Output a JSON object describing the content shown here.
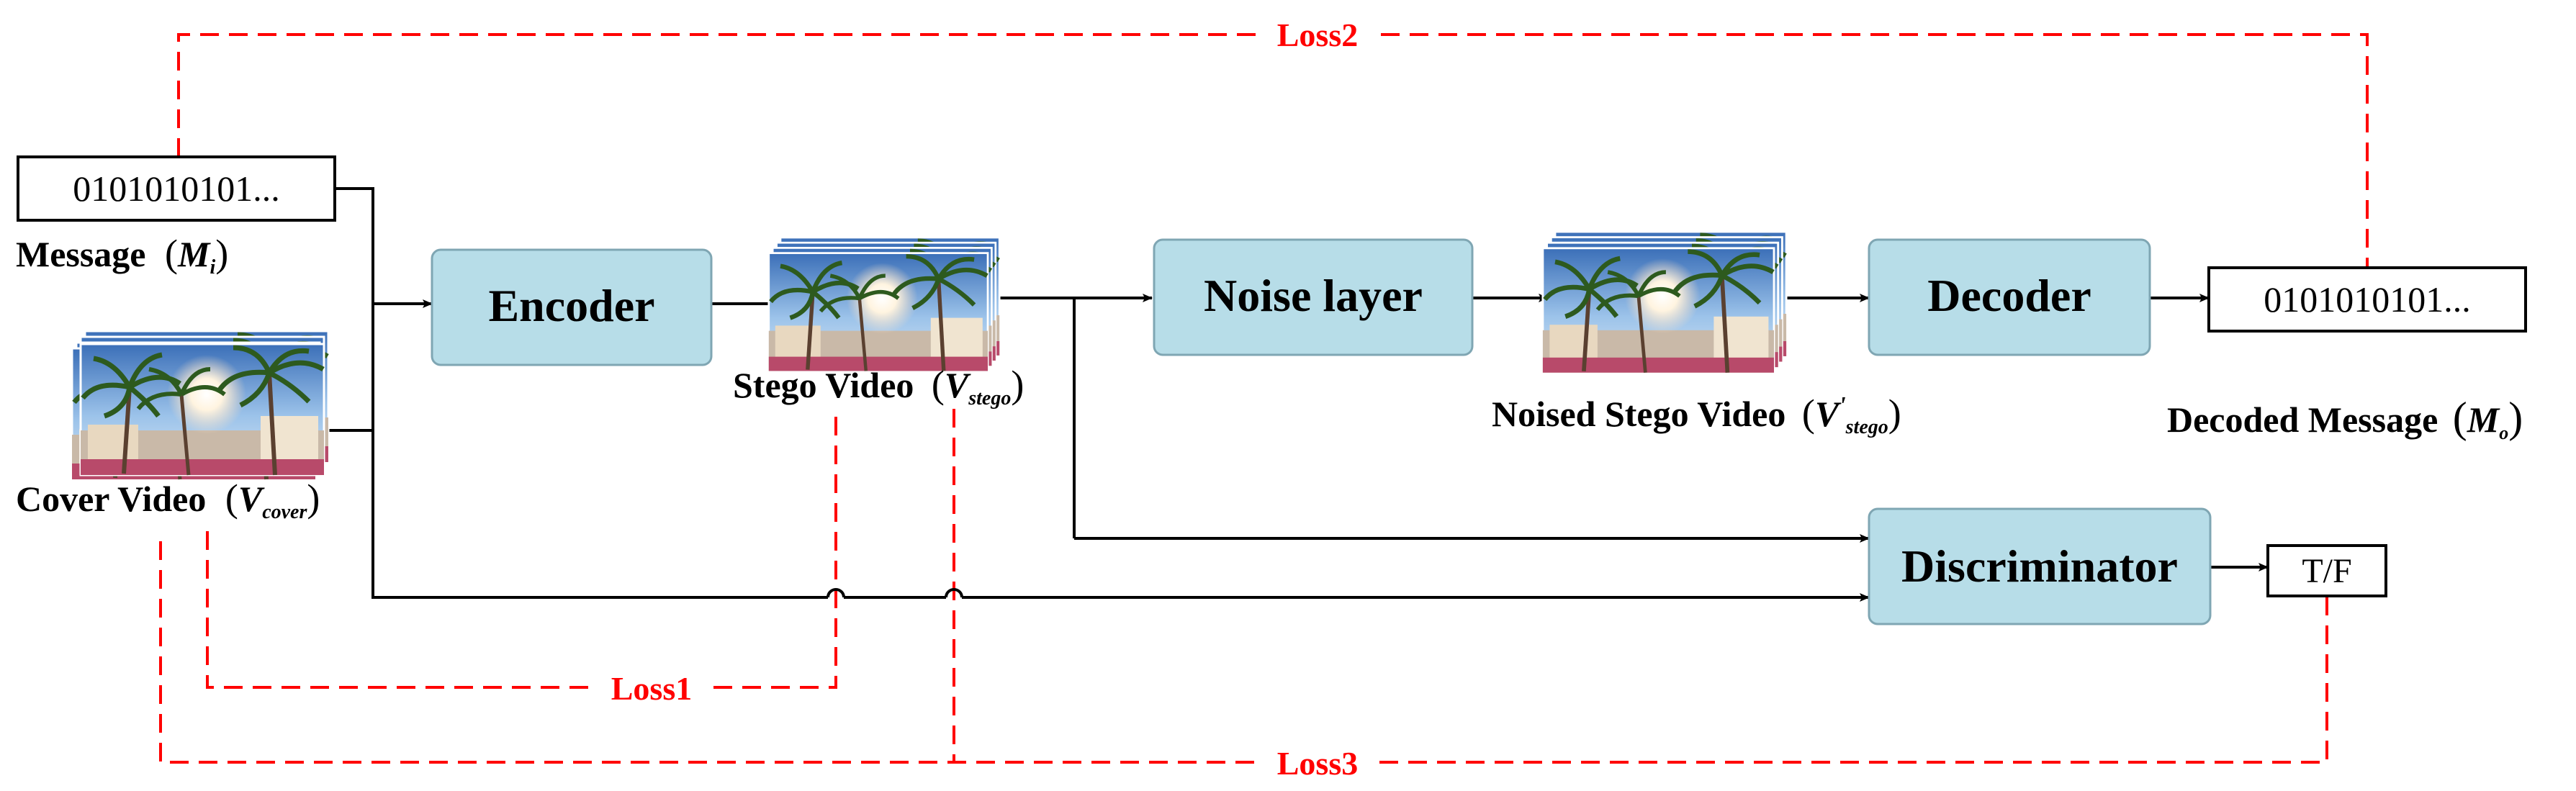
{
  "message": {
    "bits": "0101010101...",
    "label": "Message",
    "symbol": "M",
    "subscript": "i"
  },
  "cover_video": {
    "label": "Cover Video",
    "symbol": "V",
    "subscript": "cover"
  },
  "encoder": {
    "label": "Encoder"
  },
  "stego_video": {
    "label": "Stego Video",
    "symbol": "V",
    "subscript": "stego"
  },
  "noise_layer": {
    "label": "Noise layer"
  },
  "noised_stego_video": {
    "label": "Noised Stego Video",
    "symbol": "V",
    "prime": "'",
    "subscript": "stego"
  },
  "decoder": {
    "label": "Decoder"
  },
  "decoded_message": {
    "bits": "0101010101...",
    "label": "Decoded Message",
    "symbol": "M",
    "subscript": "o"
  },
  "discriminator": {
    "label": "Discriminator"
  },
  "tf_output": {
    "label": "T/F"
  },
  "losses": {
    "loss1": "Loss1",
    "loss2": "Loss2",
    "loss3": "Loss3"
  },
  "colors": {
    "box_fill": "#b7dde8",
    "box_stroke": "#7fa6b3",
    "loss_line": "#ff0000",
    "arrow": "#000000"
  }
}
